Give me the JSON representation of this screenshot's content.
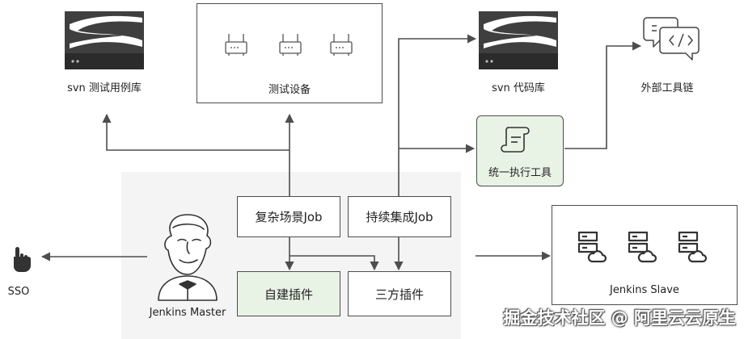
{
  "nodes": {
    "svn_test_cases": "svn 测试用例库",
    "test_devices": "测试设备",
    "svn_code_repo": "svn 代码库",
    "external_toolchain": "外部工具链",
    "unified_exec_tool": "统一执行工具",
    "complex_scenario_job": "复杂场景Job",
    "ci_job": "持续集成Job",
    "custom_plugin": "自建插件",
    "third_party_plugin": "三方插件",
    "jenkins_master": "Jenkins Master",
    "jenkins_slave": "Jenkins Slave",
    "sso": "SSO"
  },
  "watermark": "掘金技术社区 @ 阿里云云原生",
  "icons": {
    "svn_test_cases": "svn-logo-icon",
    "svn_code_repo": "svn-logo-icon",
    "test_devices": "router-icon",
    "external_toolchain": "chat-code-icon",
    "unified_exec_tool": "scroll-icon",
    "jenkins_master": "jenkins-butler-icon",
    "jenkins_slave": "server-cloud-icon",
    "sso": "pointer-hand-icon"
  },
  "colors": {
    "line": "#4d4d4d",
    "green_fill": "#e8f3e6",
    "panel_bg": "#f4f4f4"
  }
}
